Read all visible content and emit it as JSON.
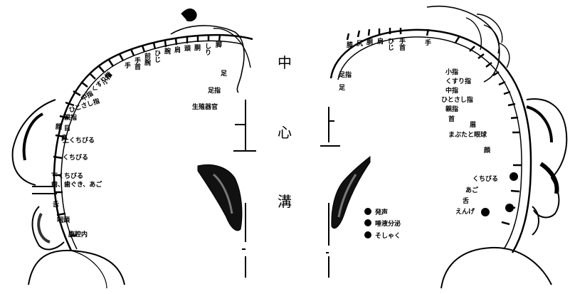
{
  "center_title": [
    "中",
    "心",
    "溝"
  ],
  "motor_labels": [
    "足指",
    "足",
    "膝",
    "尻",
    "胴",
    "肩",
    "ひじ",
    "手首",
    "手",
    "小指",
    "くすり指",
    "中指",
    "ひとさし指",
    "親指",
    "首",
    "眉",
    "まぶたと眼球",
    "顔",
    "くちびる",
    "あご",
    "舌",
    "えんげ"
  ],
  "motor_extra": [
    "発声",
    "唾液分泌",
    "そしゃく"
  ],
  "sensory_labels": [
    "生殖器官",
    "足指",
    "足",
    "脚",
    "しり",
    "胴",
    "頭",
    "肩",
    "腕",
    "ひじ",
    "前腕",
    "手首",
    "手",
    "小指",
    "くすり指",
    "中指",
    "ひとさし指",
    "親指",
    "目",
    "鼻",
    "顔",
    "上くちびる",
    "くちびる",
    "下くちびる",
    "歯、歯ぐき、あご",
    "舌",
    "咽頭",
    "腹腔内"
  ]
}
